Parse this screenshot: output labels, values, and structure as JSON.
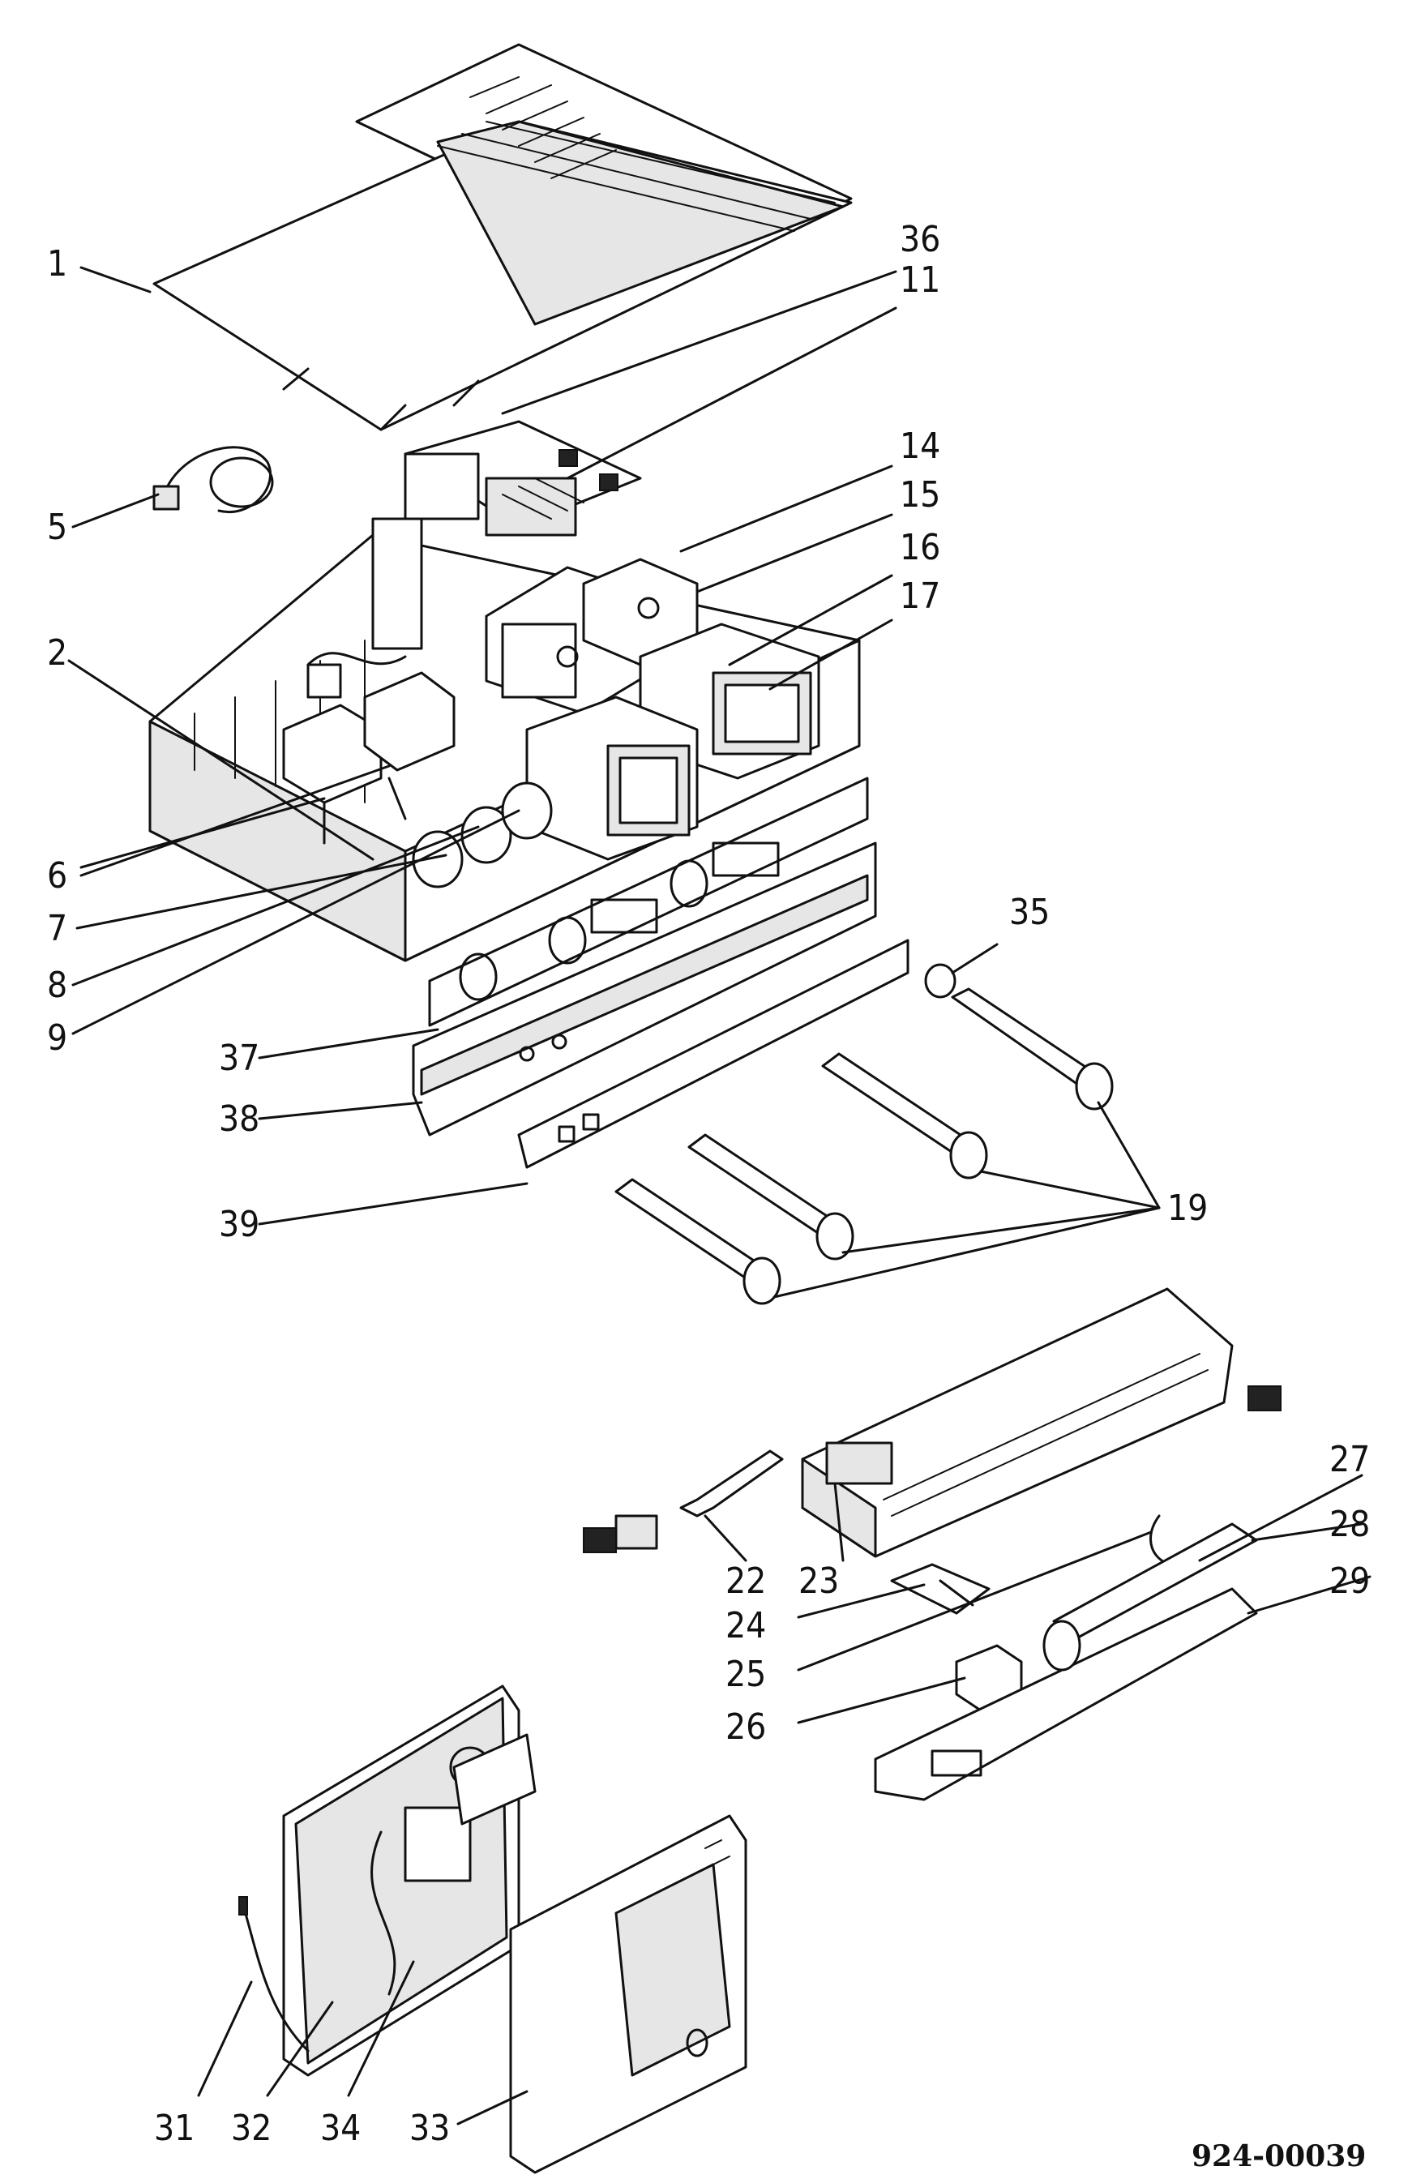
{
  "callouts": [
    {
      "id": "c1",
      "text": "1"
    },
    {
      "id": "c36",
      "text": "36"
    },
    {
      "id": "c11",
      "text": "11"
    },
    {
      "id": "c5",
      "text": "5"
    },
    {
      "id": "c14",
      "text": "14"
    },
    {
      "id": "c15",
      "text": "15"
    },
    {
      "id": "c16",
      "text": "16"
    },
    {
      "id": "c17",
      "text": "17"
    },
    {
      "id": "c2",
      "text": "2"
    },
    {
      "id": "c6",
      "text": "6"
    },
    {
      "id": "c7",
      "text": "7"
    },
    {
      "id": "c8",
      "text": "8"
    },
    {
      "id": "c9",
      "text": "9"
    },
    {
      "id": "c35",
      "text": "35"
    },
    {
      "id": "c37",
      "text": "37"
    },
    {
      "id": "c38",
      "text": "38"
    },
    {
      "id": "c39",
      "text": "39"
    },
    {
      "id": "c19",
      "text": "19"
    },
    {
      "id": "c27",
      "text": "27"
    },
    {
      "id": "c28",
      "text": "28"
    },
    {
      "id": "c22",
      "text": "22"
    },
    {
      "id": "c23",
      "text": "23"
    },
    {
      "id": "c29",
      "text": "29"
    },
    {
      "id": "c24",
      "text": "24"
    },
    {
      "id": "c25",
      "text": "25"
    },
    {
      "id": "c26",
      "text": "26"
    },
    {
      "id": "c31",
      "text": "31"
    },
    {
      "id": "c32",
      "text": "32"
    },
    {
      "id": "c34",
      "text": "34"
    },
    {
      "id": "c33",
      "text": "33"
    }
  ],
  "drawing_number": "924-00039"
}
